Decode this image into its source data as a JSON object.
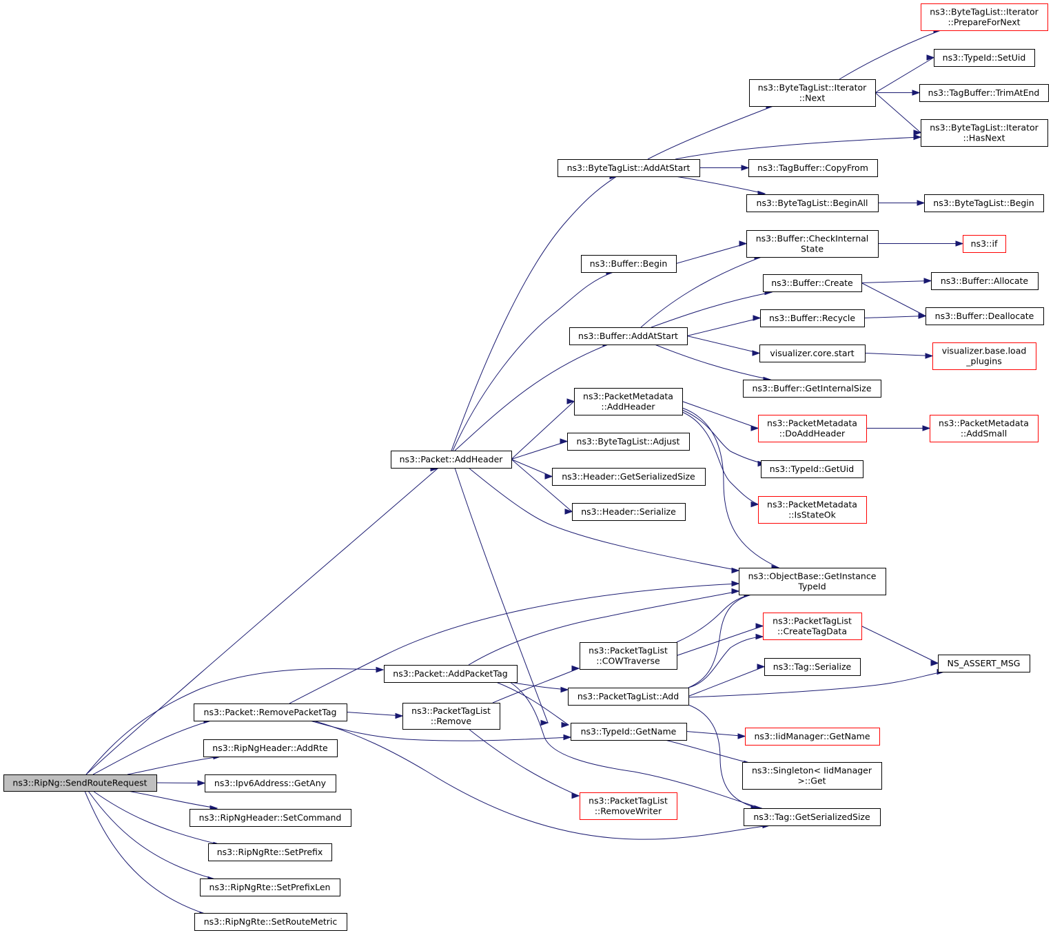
{
  "graph": {
    "edge_color": "#191970",
    "truncated_border_color": "#ff0000",
    "root_fill": "#bfbfbf",
    "nodes": [
      {
        "id": "root",
        "lines": [
          "ns3::RipNg::SendRouteRequest"
        ],
        "type": "root"
      },
      {
        "id": "pkt_addheader",
        "lines": [
          "ns3::Packet::AddHeader"
        ]
      },
      {
        "id": "pkt_addpackettag",
        "lines": [
          "ns3::Packet::AddPacketTag"
        ]
      },
      {
        "id": "pkt_removepackettag",
        "lines": [
          "ns3::Packet::RemovePacketTag"
        ]
      },
      {
        "id": "ripng_addrte",
        "lines": [
          "ns3::RipNgHeader::AddRte"
        ]
      },
      {
        "id": "ipv6_getany",
        "lines": [
          "ns3::Ipv6Address::GetAny"
        ]
      },
      {
        "id": "ripng_setcommand",
        "lines": [
          "ns3::RipNgHeader::SetCommand"
        ]
      },
      {
        "id": "rte_setprefix",
        "lines": [
          "ns3::RipNgRte::SetPrefix"
        ]
      },
      {
        "id": "rte_setprefixlen",
        "lines": [
          "ns3::RipNgRte::SetPrefixLen"
        ]
      },
      {
        "id": "rte_setroutemetric",
        "lines": [
          "ns3::RipNgRte::SetRouteMetric"
        ]
      },
      {
        "id": "btl_addatstart",
        "lines": [
          "ns3::ByteTagList::AddAtStart"
        ]
      },
      {
        "id": "buf_begin",
        "lines": [
          "ns3::Buffer::Begin"
        ]
      },
      {
        "id": "buf_addatstart",
        "lines": [
          "ns3::Buffer::AddAtStart"
        ]
      },
      {
        "id": "pm_addheader",
        "lines": [
          "ns3::PacketMetadata",
          "::AddHeader"
        ]
      },
      {
        "id": "btl_adjust",
        "lines": [
          "ns3::ByteTagList::Adjust"
        ]
      },
      {
        "id": "hdr_getsersize",
        "lines": [
          "ns3::Header::GetSerializedSize"
        ]
      },
      {
        "id": "hdr_serialize",
        "lines": [
          "ns3::Header::Serialize"
        ]
      },
      {
        "id": "btl_it_next",
        "lines": [
          "ns3::ByteTagList::Iterator",
          "::Next"
        ]
      },
      {
        "id": "btl_it_prepare",
        "lines": [
          "ns3::ByteTagList::Iterator",
          "::PrepareForNext"
        ],
        "type": "red"
      },
      {
        "id": "typeid_setuid",
        "lines": [
          "ns3::TypeId::SetUid"
        ]
      },
      {
        "id": "tagbuf_trimatend",
        "lines": [
          "ns3::TagBuffer::TrimAtEnd"
        ]
      },
      {
        "id": "btl_it_hasnext",
        "lines": [
          "ns3::ByteTagList::Iterator",
          "::HasNext"
        ]
      },
      {
        "id": "tagbuf_copyfrom",
        "lines": [
          "ns3::TagBuffer::CopyFrom"
        ]
      },
      {
        "id": "btl_beginall",
        "lines": [
          "ns3::ByteTagList::BeginAll"
        ]
      },
      {
        "id": "btl_begin",
        "lines": [
          "ns3::ByteTagList::Begin"
        ]
      },
      {
        "id": "buf_checkinternal",
        "lines": [
          "ns3::Buffer::CheckInternal",
          "State"
        ]
      },
      {
        "id": "ns3_if",
        "lines": [
          "ns3::if"
        ],
        "type": "red"
      },
      {
        "id": "buf_create",
        "lines": [
          "ns3::Buffer::Create"
        ]
      },
      {
        "id": "buf_allocate",
        "lines": [
          "ns3::Buffer::Allocate"
        ]
      },
      {
        "id": "buf_recycle",
        "lines": [
          "ns3::Buffer::Recycle"
        ]
      },
      {
        "id": "buf_deallocate",
        "lines": [
          "ns3::Buffer::Deallocate"
        ]
      },
      {
        "id": "vis_core_start",
        "lines": [
          "visualizer.core.start"
        ]
      },
      {
        "id": "vis_base_load",
        "lines": [
          "visualizer.base.load",
          "_plugins"
        ],
        "type": "red"
      },
      {
        "id": "buf_getinternalsize",
        "lines": [
          "ns3::Buffer::GetInternalSize"
        ]
      },
      {
        "id": "pm_doaddheader",
        "lines": [
          "ns3::PacketMetadata",
          "::DoAddHeader"
        ],
        "type": "red"
      },
      {
        "id": "pm_addsmall",
        "lines": [
          "ns3::PacketMetadata",
          "::AddSmall"
        ],
        "type": "red"
      },
      {
        "id": "typeid_getuid",
        "lines": [
          "ns3::TypeId::GetUid"
        ]
      },
      {
        "id": "pm_isstateok",
        "lines": [
          "ns3::PacketMetadata",
          "::IsStateOk"
        ],
        "type": "red"
      },
      {
        "id": "ob_getinstancetypeid",
        "lines": [
          "ns3::ObjectBase::GetInstance",
          "TypeId"
        ]
      },
      {
        "id": "ptl_createtagdata",
        "lines": [
          "ns3::PacketTagList",
          "::CreateTagData"
        ],
        "type": "red"
      },
      {
        "id": "ptl_cowtraverse",
        "lines": [
          "ns3::PacketTagList",
          "::COWTraverse"
        ]
      },
      {
        "id": "ns_assert_msg",
        "lines": [
          "NS_ASSERT_MSG"
        ]
      },
      {
        "id": "tag_serialize",
        "lines": [
          "ns3::Tag::Serialize"
        ]
      },
      {
        "id": "ptl_add",
        "lines": [
          "ns3::PacketTagList::Add"
        ]
      },
      {
        "id": "ptl_remove",
        "lines": [
          "ns3::PacketTagList",
          "::Remove"
        ]
      },
      {
        "id": "typeid_getname",
        "lines": [
          "ns3::TypeId::GetName"
        ]
      },
      {
        "id": "iid_getname",
        "lines": [
          "ns3::IidManager::GetName"
        ],
        "type": "red"
      },
      {
        "id": "singleton_get",
        "lines": [
          "ns3::Singleton< IidManager",
          ">::Get"
        ]
      },
      {
        "id": "ptl_removewriter",
        "lines": [
          "ns3::PacketTagList",
          "::RemoveWriter"
        ],
        "type": "red"
      },
      {
        "id": "tag_getsersize",
        "lines": [
          "ns3::Tag::GetSerializedSize"
        ]
      }
    ],
    "edges": [
      [
        "root",
        "pkt_addheader"
      ],
      [
        "root",
        "pkt_addpackettag"
      ],
      [
        "root",
        "pkt_removepackettag"
      ],
      [
        "root",
        "ripng_addrte"
      ],
      [
        "root",
        "ipv6_getany"
      ],
      [
        "root",
        "ripng_setcommand"
      ],
      [
        "root",
        "rte_setprefix"
      ],
      [
        "root",
        "rte_setprefixlen"
      ],
      [
        "root",
        "rte_setroutemetric"
      ],
      [
        "pkt_addheader",
        "btl_addatstart"
      ],
      [
        "pkt_addheader",
        "buf_begin"
      ],
      [
        "pkt_addheader",
        "buf_addatstart"
      ],
      [
        "pkt_addheader",
        "pm_addheader"
      ],
      [
        "pkt_addheader",
        "btl_adjust"
      ],
      [
        "pkt_addheader",
        "hdr_getsersize"
      ],
      [
        "pkt_addheader",
        "hdr_serialize"
      ],
      [
        "pkt_addheader",
        "ob_getinstancetypeid"
      ],
      [
        "pkt_addheader",
        "typeid_getname"
      ],
      [
        "btl_addatstart",
        "btl_it_next"
      ],
      [
        "btl_addatstart",
        "btl_it_hasnext"
      ],
      [
        "btl_addatstart",
        "tagbuf_copyfrom"
      ],
      [
        "btl_addatstart",
        "btl_beginall"
      ],
      [
        "btl_it_next",
        "btl_it_prepare"
      ],
      [
        "btl_it_next",
        "typeid_setuid"
      ],
      [
        "btl_it_next",
        "tagbuf_trimatend"
      ],
      [
        "btl_it_next",
        "btl_it_hasnext"
      ],
      [
        "btl_beginall",
        "btl_begin"
      ],
      [
        "buf_begin",
        "buf_checkinternal"
      ],
      [
        "buf_checkinternal",
        "ns3_if"
      ],
      [
        "buf_addatstart",
        "buf_checkinternal"
      ],
      [
        "buf_addatstart",
        "buf_create"
      ],
      [
        "buf_addatstart",
        "buf_recycle"
      ],
      [
        "buf_addatstart",
        "vis_core_start"
      ],
      [
        "buf_addatstart",
        "buf_getinternalsize"
      ],
      [
        "buf_create",
        "buf_allocate"
      ],
      [
        "buf_create",
        "buf_deallocate"
      ],
      [
        "buf_recycle",
        "buf_deallocate"
      ],
      [
        "vis_core_start",
        "vis_base_load"
      ],
      [
        "pm_addheader",
        "pm_doaddheader"
      ],
      [
        "pm_addheader",
        "typeid_getuid"
      ],
      [
        "pm_addheader",
        "pm_isstateok"
      ],
      [
        "pm_addheader",
        "ob_getinstancetypeid"
      ],
      [
        "pm_doaddheader",
        "pm_addsmall"
      ],
      [
        "pkt_removepackettag",
        "ob_getinstancetypeid"
      ],
      [
        "pkt_removepackettag",
        "ptl_remove"
      ],
      [
        "pkt_removepackettag",
        "typeid_getname"
      ],
      [
        "pkt_removepackettag",
        "tag_getsersize"
      ],
      [
        "pkt_addpackettag",
        "ob_getinstancetypeid"
      ],
      [
        "pkt_addpackettag",
        "ptl_add"
      ],
      [
        "pkt_addpackettag",
        "typeid_getname"
      ],
      [
        "pkt_addpackettag",
        "tag_getsersize"
      ],
      [
        "ptl_remove",
        "ptl_cowtraverse"
      ],
      [
        "ptl_remove",
        "ptl_removewriter"
      ],
      [
        "ptl_cowtraverse",
        "ob_getinstancetypeid"
      ],
      [
        "ptl_cowtraverse",
        "ptl_createtagdata"
      ],
      [
        "ptl_add",
        "ob_getinstancetypeid"
      ],
      [
        "ptl_add",
        "ptl_createtagdata"
      ],
      [
        "ptl_add",
        "tag_serialize"
      ],
      [
        "ptl_add",
        "ns_assert_msg"
      ],
      [
        "ptl_add",
        "tag_getsersize"
      ],
      [
        "ptl_createtagdata",
        "ns_assert_msg"
      ],
      [
        "typeid_getname",
        "iid_getname"
      ],
      [
        "typeid_getname",
        "singleton_get"
      ]
    ]
  }
}
